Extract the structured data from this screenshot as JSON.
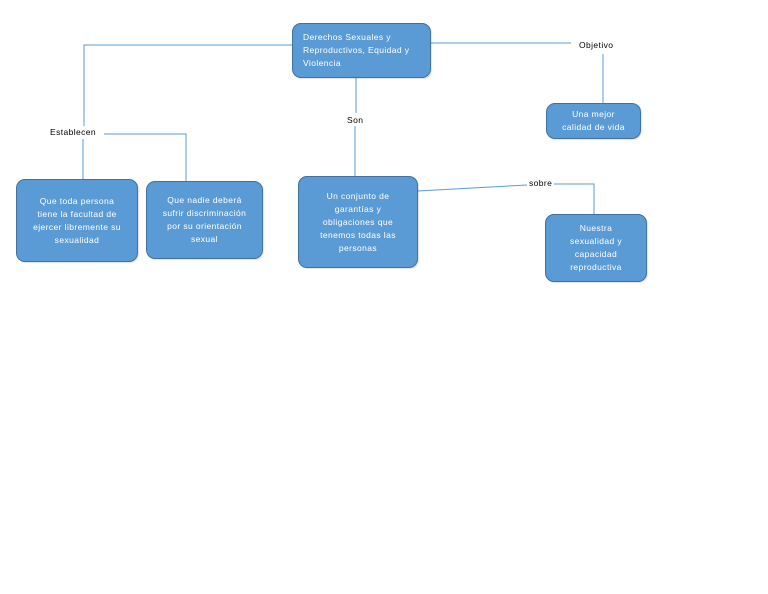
{
  "diagram": {
    "nodes": {
      "root": "Derechos Sexuales y\nReproductivos, Equidad y\nViolencia",
      "objective_value": "Una mejor\ncalidad de vida",
      "definition": "Un conjunto de\ngarantías y\nobligaciones que\ntenemos todas  las\npersonas",
      "subject": "Nuestra\nsexualidad y\ncapacidad\nreproductiva",
      "rule_1": "Que toda persona\ntiene la facultad de\nejercer libremente su\nsexualidad",
      "rule_2": "Que nadie deberá\nsufrir discriminación\npor su orientación\nsexual"
    },
    "links": {
      "establecen": "Establecen",
      "son": "Son",
      "objetivo": "Objetivo",
      "sobre": "sobre"
    },
    "colors": {
      "node_fill": "#5b9bd5",
      "node_border": "#41719c",
      "connector": "#5b9bd5"
    }
  }
}
